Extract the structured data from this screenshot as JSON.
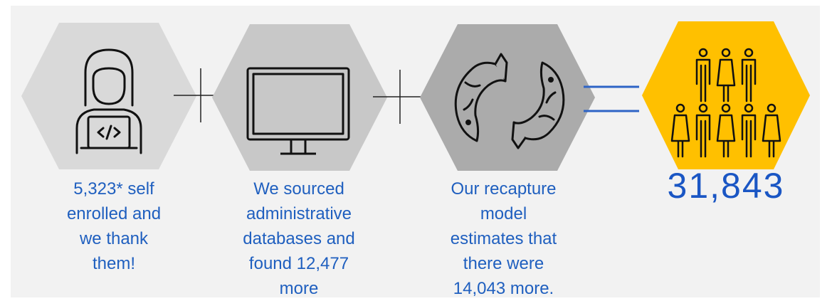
{
  "steps": [
    {
      "icon": "developer-laptop-icon",
      "caption": "5,323* self\nenrolled and\nwe thank\nthem!"
    },
    {
      "icon": "computer-monitor-icon",
      "caption": "We sourced\nadministrative\ndatabases and\nfound 12,477\nmore"
    },
    {
      "icon": "two-fish-recapture-icon",
      "caption": "Our recapture\nmodel\nestimates that\nthere were\n14,043 more."
    }
  ],
  "result": {
    "icon": "people-group-icon",
    "total": "31,843"
  },
  "operators": [
    "+",
    "+",
    "="
  ],
  "colors": {
    "panel_bg": "#f2f2f2",
    "hex_light": "#d9d9d9",
    "hex_mid": "#c8c8c8",
    "hex_dark": "#ababab",
    "hex_gold": "#ffc000",
    "caption_blue": "#1f5fbf",
    "equals_blue": "#2e64c6"
  }
}
